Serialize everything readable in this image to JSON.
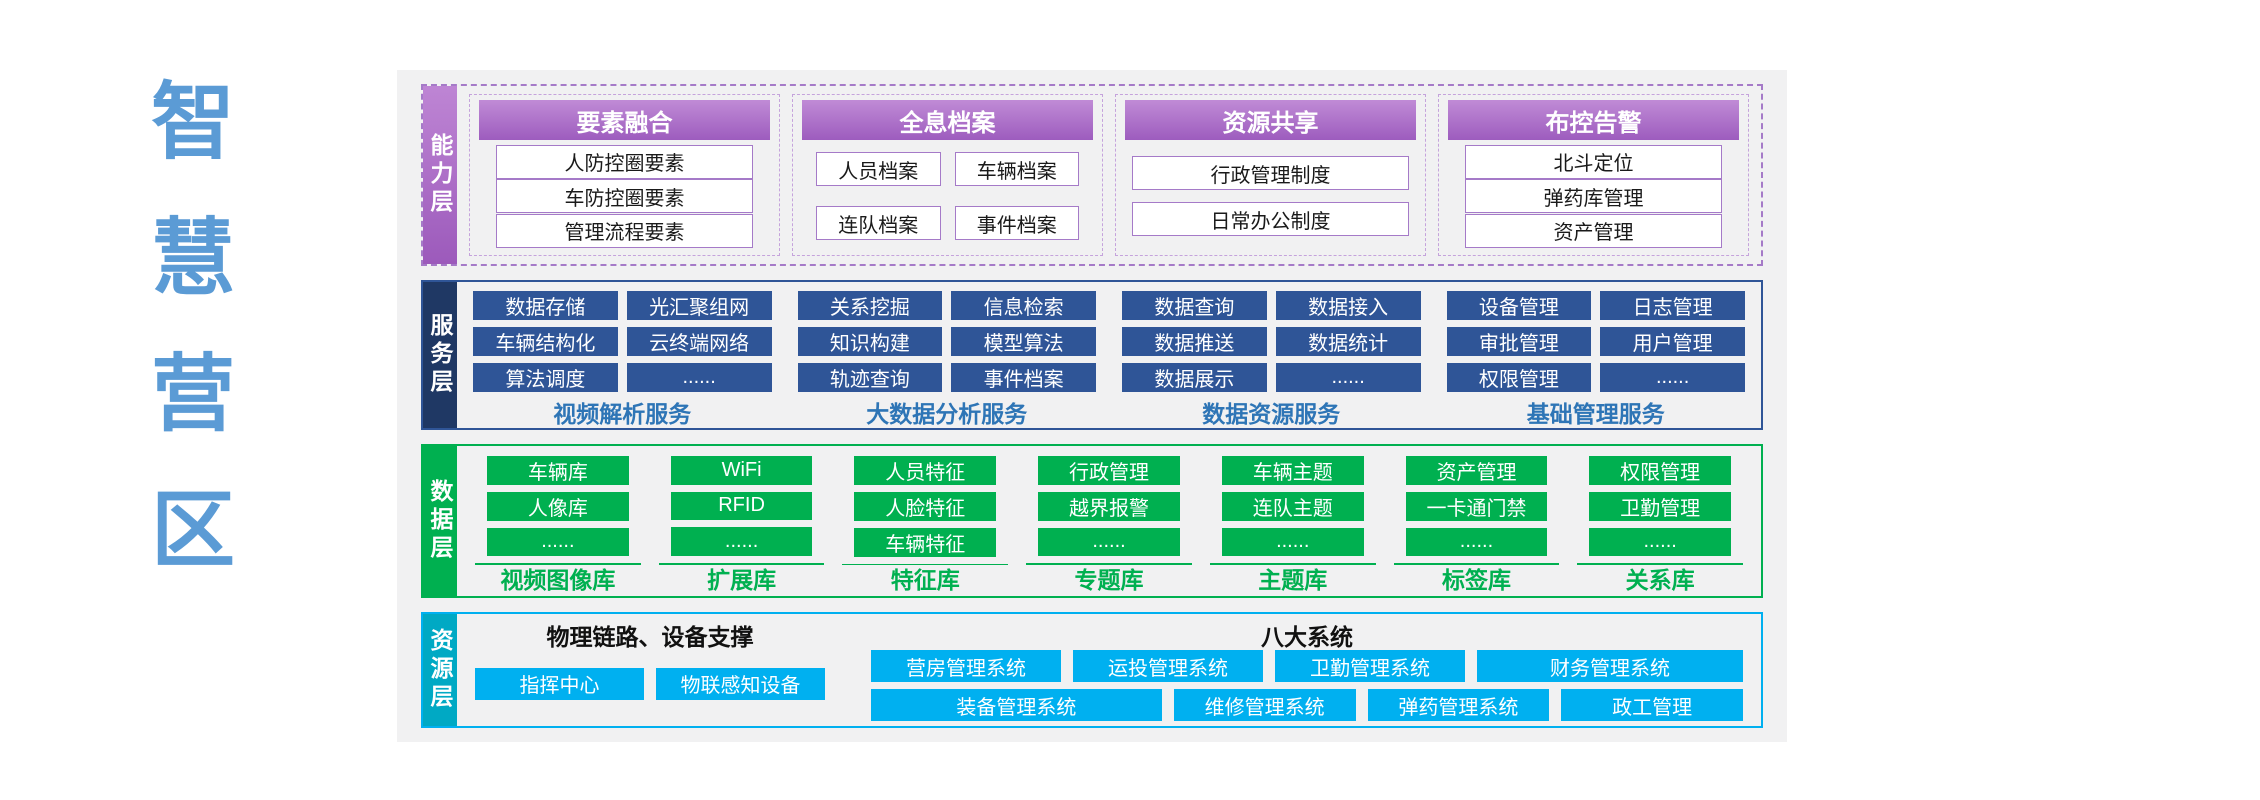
{
  "page_title": "智慧营区",
  "title_chars": [
    "智",
    "慧",
    "营",
    "区"
  ],
  "colors": {
    "title_blue": "#5B9BD5",
    "capability_purple": "#A765C4",
    "service_tab_navy": "#1F3864",
    "service_button_blue": "#2F5597",
    "service_caption_blue": "#2E75B6",
    "data_green": "#00B050",
    "resource_cyan": "#00B0F0",
    "resource_tab_teal": "#00A9C4",
    "panel_gray": "#F1F1F2"
  },
  "capability": {
    "label": "能力层",
    "groups": [
      {
        "header": "要素融合",
        "layout": "stack",
        "items": [
          "人防控圈要素",
          "车防控圈要素",
          "管理流程要素"
        ]
      },
      {
        "header": "全息档案",
        "layout": "grid2",
        "items": [
          "人员档案",
          "车辆档案",
          "连队档案",
          "事件档案"
        ]
      },
      {
        "header": "资源共享",
        "layout": "stack-wide",
        "items": [
          "行政管理制度",
          "日常办公制度"
        ]
      },
      {
        "header": "布控告警",
        "layout": "stack",
        "items": [
          "北斗定位",
          "弹药库管理",
          "资产管理"
        ]
      }
    ]
  },
  "service": {
    "label": "服务层",
    "groups": [
      {
        "buttons": [
          "数据存储",
          "光汇聚组网",
          "车辆结构化",
          "云终端网络",
          "算法调度",
          "......"
        ],
        "caption": "视频解析服务"
      },
      {
        "buttons": [
          "关系挖掘",
          "信息检索",
          "知识构建",
          "模型算法",
          "轨迹查询",
          "事件档案"
        ],
        "caption": "大数据分析服务"
      },
      {
        "buttons": [
          "数据查询",
          "数据接入",
          "数据推送",
          "数据统计",
          "数据展示",
          "......"
        ],
        "caption": "数据资源服务"
      },
      {
        "buttons": [
          "设备管理",
          "日志管理",
          "审批管理",
          "用户管理",
          "权限管理",
          "......"
        ],
        "caption": "基础管理服务"
      }
    ]
  },
  "data_layer": {
    "label": "数据层",
    "groups": [
      {
        "buttons": [
          "车辆库",
          "人像库",
          "......"
        ],
        "caption": "视频图像库"
      },
      {
        "buttons": [
          "WiFi",
          "RFID",
          "......"
        ],
        "caption": "扩展库"
      },
      {
        "buttons": [
          "人员特征",
          "人脸特征",
          "车辆特征"
        ],
        "caption": "特征库"
      },
      {
        "buttons": [
          "行政管理",
          "越界报警",
          "......"
        ],
        "caption": "专题库"
      },
      {
        "buttons": [
          "车辆主题",
          "连队主题",
          "......"
        ],
        "caption": "主题库"
      },
      {
        "buttons": [
          "资产管理",
          "一卡通门禁",
          "......"
        ],
        "caption": "标签库"
      },
      {
        "buttons": [
          "权限管理",
          "卫勤管理",
          "......"
        ],
        "caption": "关系库"
      }
    ]
  },
  "resource": {
    "label": "资源层",
    "left": {
      "header": "物理链路、设备支撑",
      "buttons": [
        "指挥中心",
        "物联感知设备"
      ]
    },
    "right": {
      "header": "八大系统",
      "rows": [
        [
          "营房管理系统",
          "运投管理系统",
          "卫勤管理系统",
          "财务管理系统"
        ],
        [
          "装备管理系统",
          "维修管理系统",
          "弹药管理系统",
          "政工管理"
        ]
      ]
    }
  }
}
